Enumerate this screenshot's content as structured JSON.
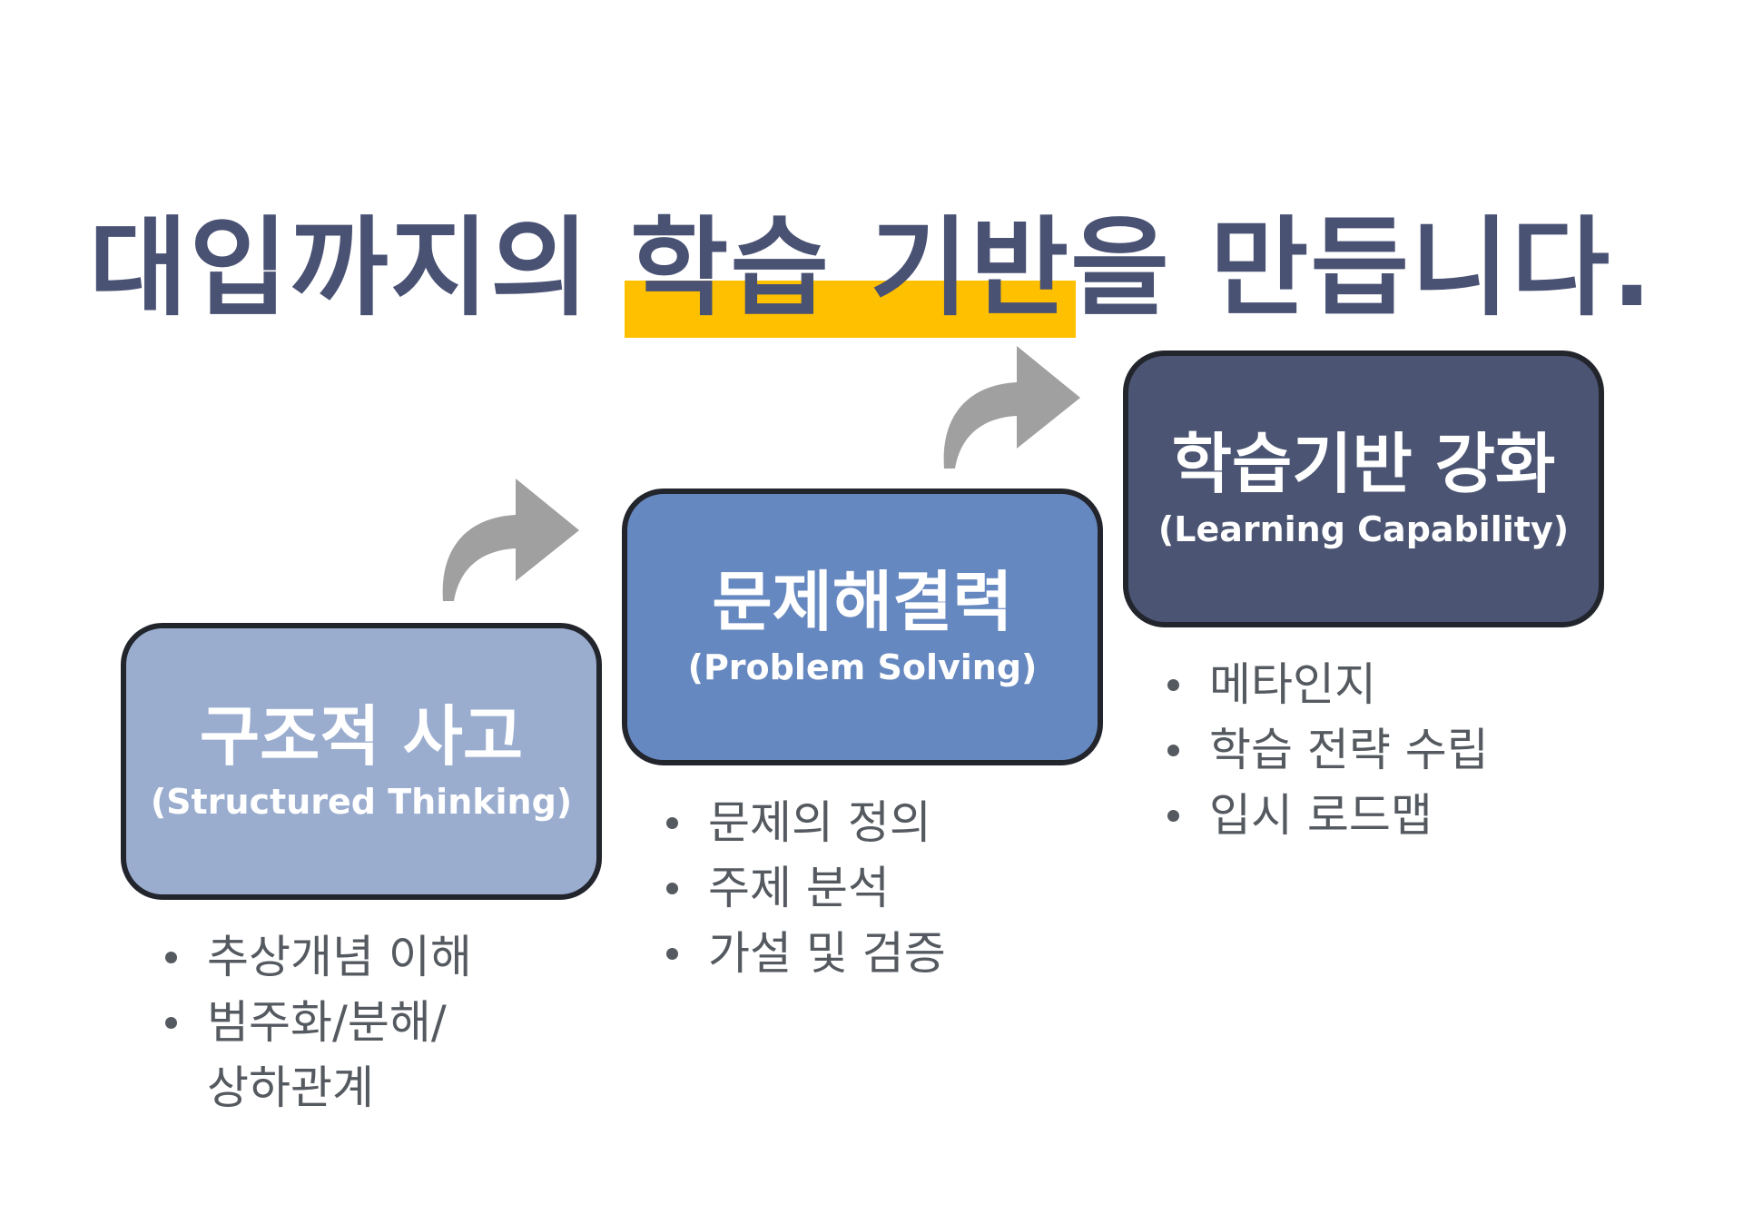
{
  "title": {
    "prefix": "대입까지의 ",
    "highlight": "학습 기반",
    "suffix": "을 만듭니다."
  },
  "colors": {
    "title": "#4a5274",
    "highlight": "#ffc000",
    "stage1": "#9aadcf",
    "stage2": "#6688c0",
    "stage3": "#4b5573",
    "arrow": "#a0a0a0",
    "bullet_text": "#555a60"
  },
  "stages": [
    {
      "title": "구조적 사고",
      "subtitle": "(Structured Thinking)",
      "bullets": [
        "추상개념 이해",
        "범주화/분해/\n상하관계"
      ]
    },
    {
      "title": "문제해결력",
      "subtitle": "(Problem Solving)",
      "bullets": [
        "문제의 정의",
        "주제 분석",
        "가설 및 검증"
      ]
    },
    {
      "title": "학습기반 강화",
      "subtitle": "(Learning Capability)",
      "bullets": [
        "메타인지",
        "학습 전략 수립",
        "입시 로드맵"
      ]
    }
  ],
  "arrows": [
    {
      "icon": "curved-arrow-right-icon"
    },
    {
      "icon": "curved-arrow-right-icon"
    }
  ]
}
